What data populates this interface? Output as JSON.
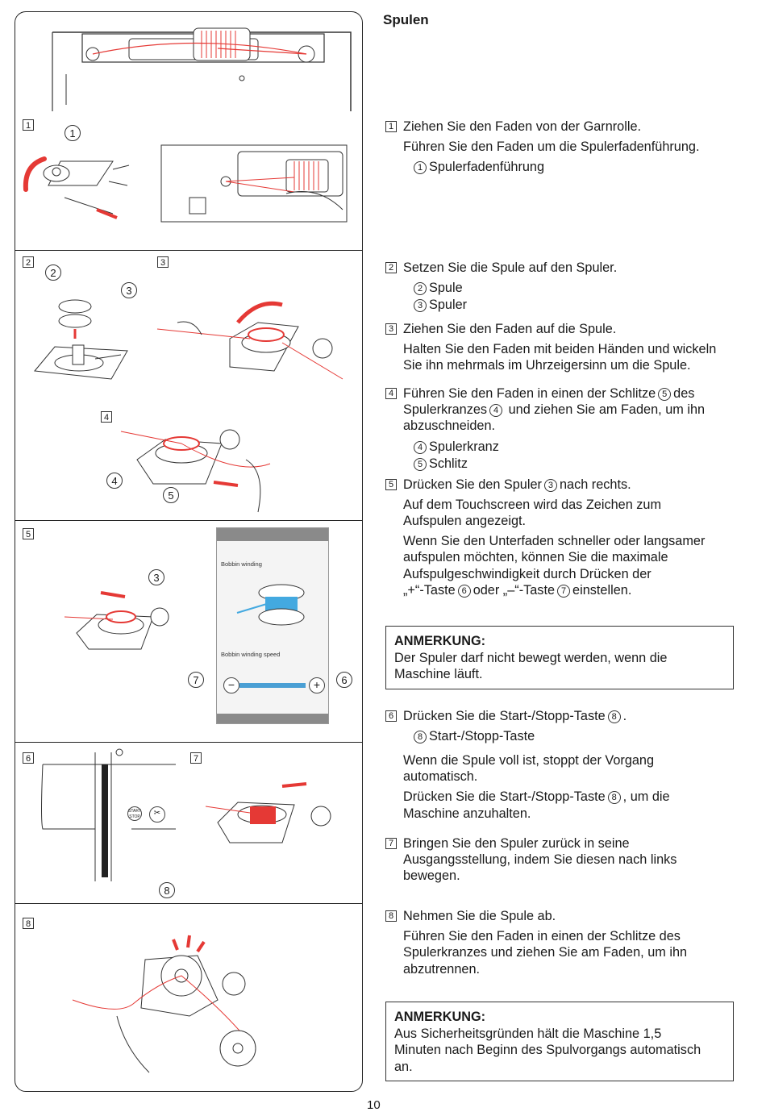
{
  "section_title": "Spulen",
  "page_number": "10",
  "figure_labels": {
    "steps": [
      "1",
      "2",
      "3",
      "4",
      "5",
      "6",
      "7",
      "8"
    ],
    "callouts": [
      "1",
      "2",
      "3",
      "3",
      "4",
      "5",
      "6",
      "7",
      "8"
    ]
  },
  "screen": {
    "title": "Bobbin winding",
    "speed_label": "Bobbin winding speed"
  },
  "button_label": {
    "line1": "START",
    "line2": "STOP"
  },
  "steps": [
    {
      "num": "1",
      "lines": [
        "Ziehen Sie den Faden von der Garnrolle.",
        "Führen Sie den Faden um die Spulerfadenführung."
      ],
      "items": [
        {
          "num": "1",
          "text": "Spulerfadenführung"
        }
      ]
    },
    {
      "num": "2",
      "lines": [
        "Setzen Sie die Spule auf den Spuler."
      ],
      "items": [
        {
          "num": "2",
          "text": "Spule"
        },
        {
          "num": "3",
          "text": "Spuler"
        }
      ]
    },
    {
      "num": "3",
      "lines": [
        "Ziehen Sie den Faden auf die Spule.",
        "Halten Sie den Faden mit beiden Händen und wickeln",
        "Sie ihn mehrmals im Uhrzeigersinn um die Spule."
      ]
    },
    {
      "num": "4",
      "l1a": "Führen Sie den Faden in einen der Schlitze",
      "l1c": "5",
      "l1b": "des",
      "l2a": "Spulerkranzes",
      "l2c": "4",
      "l2b": " und ziehen Sie am Faden, um ihn",
      "l3": "abzuschneiden.",
      "items": [
        {
          "num": "4",
          "text": "Spulerkranz"
        },
        {
          "num": "5",
          "text": "Schlitz"
        }
      ]
    },
    {
      "num": "5",
      "l1a": "Drücken Sie den Spuler",
      "l1c": "3",
      "l1b": "nach rechts.",
      "lines": [
        "Auf dem Touchscreen wird das Zeichen zum",
        "Aufspulen angezeigt.",
        "Wenn Sie den Unterfaden schneller oder langsamer",
        "aufspulen möchten, können Sie die maximale",
        "Aufspulgeschwindigkeit durch Drücken der"
      ],
      "l6a": "„+“-Taste",
      "l6c": "6",
      "l6b": "oder „–“-Taste",
      "l6d": "7",
      "l6e": "einstellen."
    },
    {
      "num": "6",
      "l1a": "Drücken Sie die Start-/Stopp-Taste",
      "l1c": "8",
      "l1b": ".",
      "items": [
        {
          "num": "8",
          "text": "Start-/Stopp-Taste"
        }
      ],
      "lines": [
        "Wenn die Spule voll ist, stoppt der Vorgang",
        "automatisch."
      ],
      "l5a": "Drücken Sie die Start-/Stopp-Taste",
      "l5c": "8",
      "l5b": ", um die",
      "l6": "Maschine anzuhalten."
    },
    {
      "num": "7",
      "lines": [
        "Bringen Sie den Spuler zurück in seine",
        "Ausgangsstellung, indem Sie diesen nach links",
        "bewegen."
      ]
    },
    {
      "num": "8",
      "lines": [
        "Nehmen Sie die Spule ab.",
        "Führen Sie den Faden in einen der Schlitze des",
        "Spulerkranzes und ziehen Sie am Faden, um ihn",
        "abzutrennen."
      ]
    }
  ],
  "notes": [
    {
      "heading": "ANMERKUNG:",
      "lines": [
        "Der Spuler darf nicht bewegt werden, wenn die",
        "Maschine läuft."
      ]
    },
    {
      "heading": "ANMERKUNG:",
      "lines": [
        "Aus Sicherheitsgründen hält die Maschine 1,5",
        "Minuten nach Beginn des Spulvorgangs automatisch",
        "an."
      ]
    }
  ]
}
